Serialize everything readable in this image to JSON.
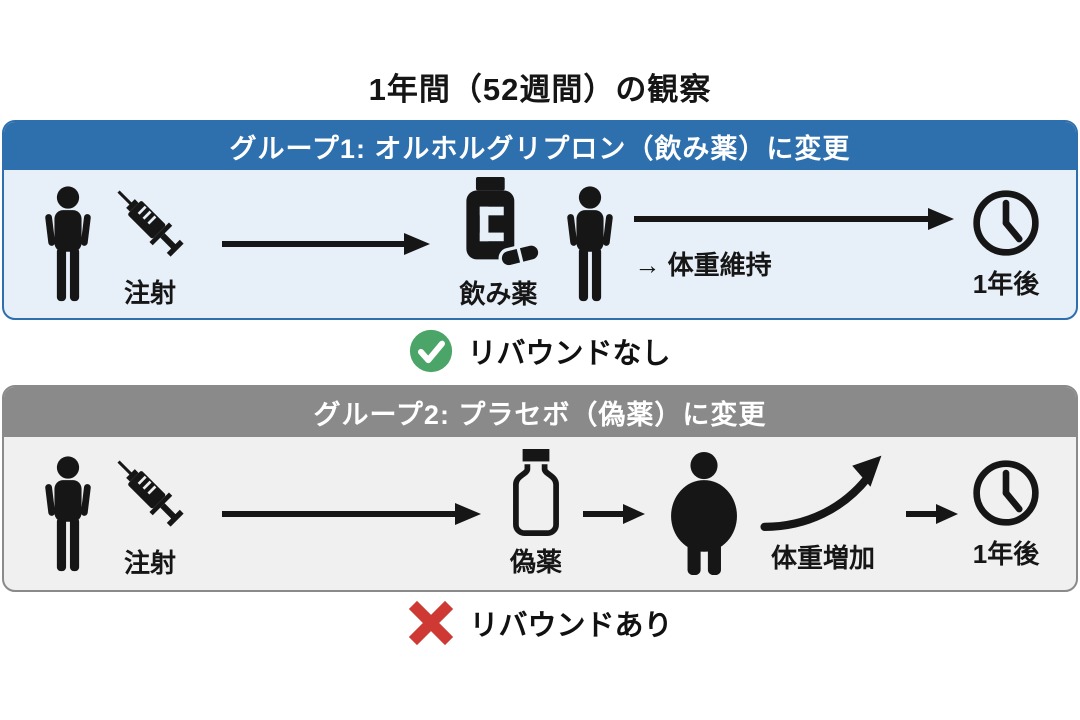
{
  "title": "1年間（52週間）の観察",
  "group1": {
    "header": "グループ1: オルホルグリプロン（飲み薬）に変更",
    "injection_label": "注射",
    "medicine_label": "飲み薬",
    "weight_label": "→ 体重維持",
    "time_label": "1年後",
    "result": "リバウンドなし",
    "header_color": "#2E6FAD",
    "body_color": "#E7EFF8"
  },
  "group2": {
    "header": "グループ2: プラセボ（偽薬）に変更",
    "injection_label": "注射",
    "medicine_label": "偽薬",
    "weight_label": "体重増加",
    "time_label": "1年後",
    "result": "リバウンドあり",
    "header_color": "#8A8A8A",
    "body_color": "#F0F0F0"
  },
  "colors": {
    "check_green": "#4BA568",
    "cross_red": "#CE3A33",
    "icon_black": "#161616"
  },
  "icons": {
    "person": "person-icon",
    "overweight_person": "overweight-person-icon",
    "syringe": "syringe-icon",
    "arrow_right": "arrow-right-icon",
    "pill_bottle": "pill-bottle-icon",
    "placebo_bottle": "placebo-bottle-icon",
    "weight_gain_curve": "weight-gain-curve-arrow-icon",
    "clock": "clock-icon",
    "check": "check-circle-icon",
    "cross": "cross-icon"
  }
}
